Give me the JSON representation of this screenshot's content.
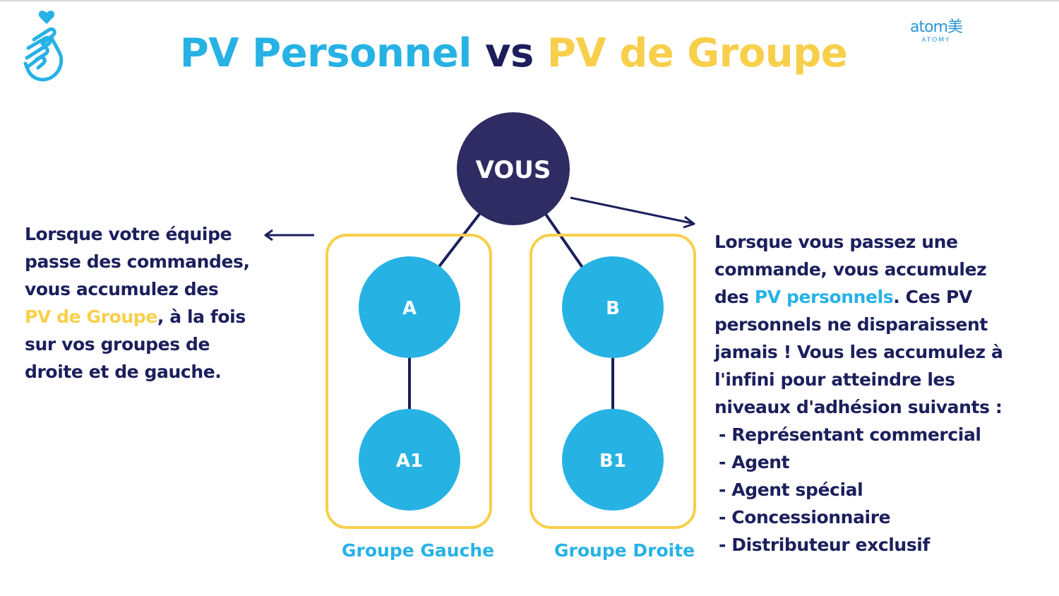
{
  "title": {
    "part1": "PV Personnel",
    "part2": "vs",
    "part3": "PV de Groupe"
  },
  "brand": {
    "word": "atom美",
    "sub": "ATOMY"
  },
  "icons": {
    "logo": "finger-heart-icon",
    "left_arrow": "arrow-left-icon",
    "right_arrow": "arrow-right-icon"
  },
  "colors": {
    "navy": "#1c1f5c",
    "blue": "#27b2e4",
    "yellow": "#f8cf4b",
    "node_dark": "#2f2c63",
    "node_light": "#27b2e4"
  },
  "nodes": {
    "root": "VOUS",
    "left_top": "A",
    "left_bottom": "A1",
    "right_top": "B",
    "right_bottom": "B1"
  },
  "groups": {
    "left": "Groupe Gauche",
    "right": "Groupe Droite"
  },
  "left_text": {
    "line1": "Lorsque votre équipe",
    "line2": "passe des commandes,",
    "line3": "vous accumulez des",
    "highlight": "PV de Groupe",
    "line4_rest": ", à la fois",
    "line5": "sur vos groupes de",
    "line6": "droite et de gauche."
  },
  "right_text": {
    "line1": "Lorsque vous passez une",
    "line2": "commande, vous accumulez",
    "line3_start": "des ",
    "highlight": "PV personnels",
    "line3_rest": ". Ces PV",
    "line4": "personnels ne disparaissent",
    "line5": "jamais ! Vous les accumulez à",
    "line6": "l'infini pour atteindre les",
    "line7": "niveaux d'adhésion suivants :",
    "levels": [
      "- Représentant commercial",
      "- Agent",
      "- Agent spécial",
      "- Concessionnaire",
      "- Distributeur exclusif"
    ]
  }
}
